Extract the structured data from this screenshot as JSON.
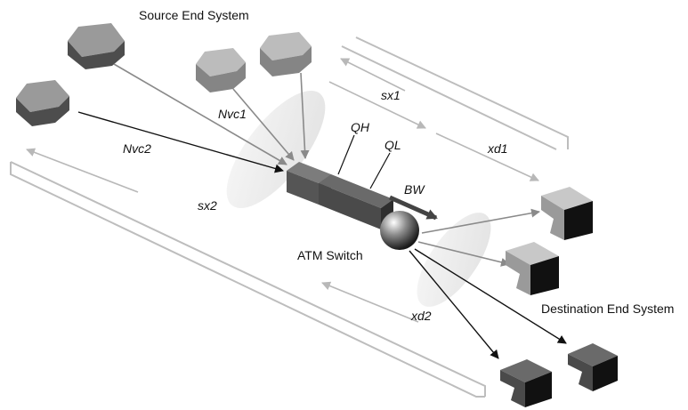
{
  "labels": {
    "source_end_system": "Source End System",
    "destination_end_system": "Destination End System",
    "atm_switch": "ATM Switch",
    "nvc1": "Nvc1",
    "nvc2": "Nvc2",
    "sx1": "sx1",
    "sx2": "sx2",
    "xd1": "xd1",
    "xd2": "xd2",
    "qh": "QH",
    "ql": "QL",
    "bw": "BW"
  },
  "colors": {
    "arrow_dark": "#111111",
    "arrow_gray": "#8a8a8a",
    "arrow_light": "#b8b8b8",
    "ellipse": "#e6e6e6",
    "queue": "#4a4a4a"
  }
}
